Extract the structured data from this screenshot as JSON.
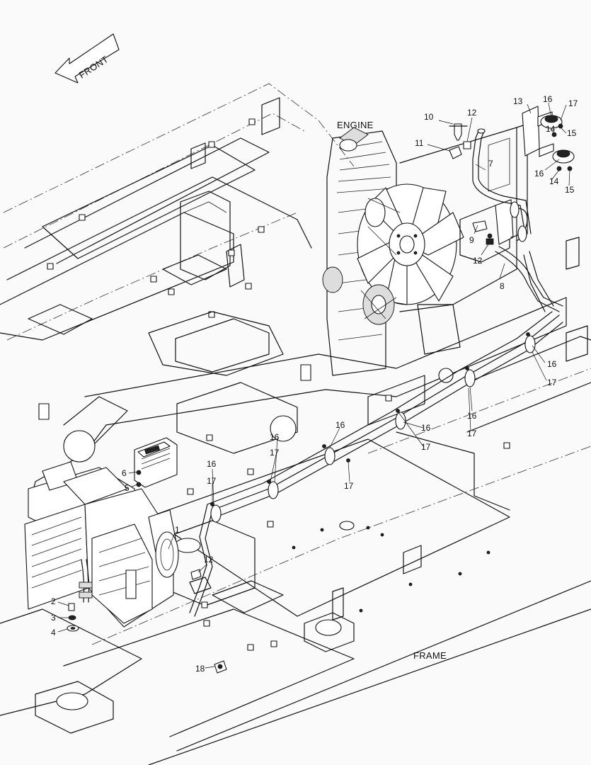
{
  "labels": {
    "front": "FRONT",
    "engine": "ENGINE",
    "frame": "FRAME"
  },
  "callouts": {
    "c1": "1",
    "c2": "2",
    "c3": "3",
    "c4": "4",
    "c5": "5",
    "c6": "6",
    "c7": "7",
    "c8": "8",
    "c9": "9",
    "c10": "10",
    "c11": "11",
    "c12a": "12",
    "c12b": "12",
    "c12c": "12",
    "c13": "13",
    "c14a": "14",
    "c14b": "14",
    "c15a": "15",
    "c15b": "15",
    "c16a": "16",
    "c16b": "16",
    "c16c": "16",
    "c16d": "16",
    "c16e": "16",
    "c16f": "16",
    "c16g": "16",
    "c16h": "16",
    "c17a": "17",
    "c17b": "17",
    "c17c": "17",
    "c17d": "17",
    "c17e": "17",
    "c17f": "17",
    "c17g": "17",
    "c18": "18"
  },
  "colors": {
    "line": "#111111",
    "paper": "#fafafa"
  }
}
